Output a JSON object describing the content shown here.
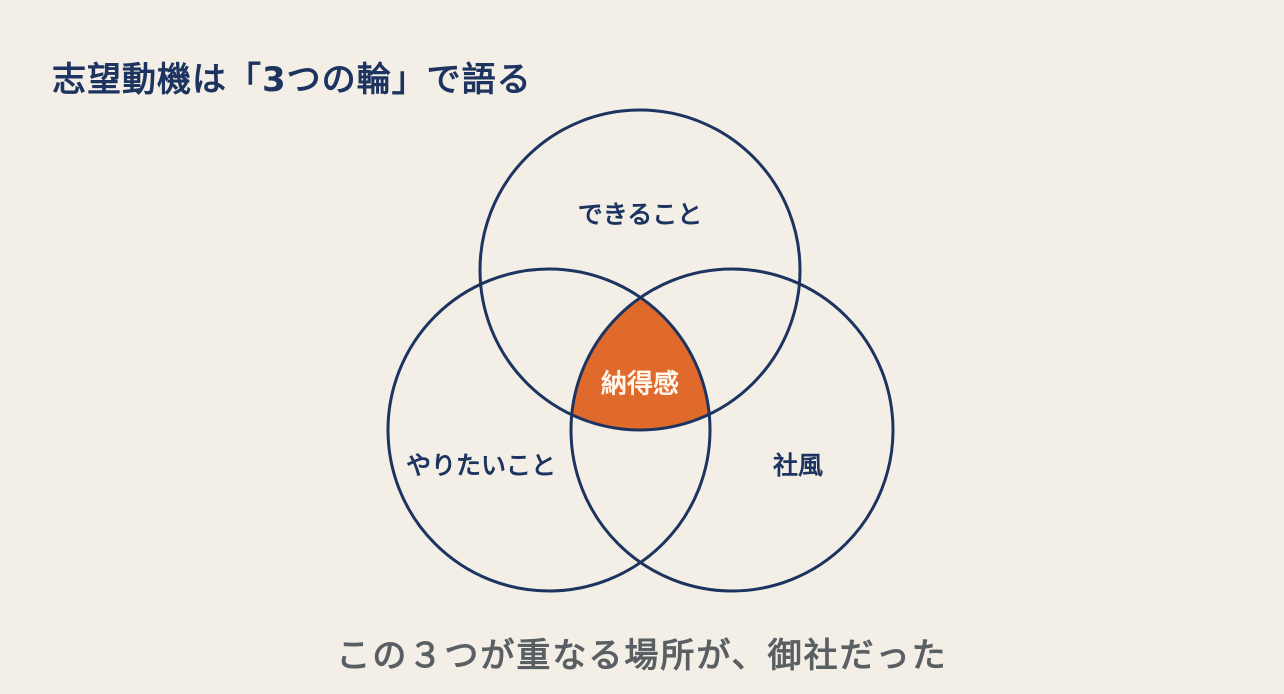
{
  "title": "志望動機は「3つの輪」で語る",
  "circles": {
    "top": "できること",
    "left": "やりたいこと",
    "right": "社風",
    "center": "納得感"
  },
  "caption": "この３つが重なる場所が、御社だった",
  "colors": {
    "line": "#1d3461",
    "accent": "#e06a2c",
    "background": "#f3efe6"
  }
}
